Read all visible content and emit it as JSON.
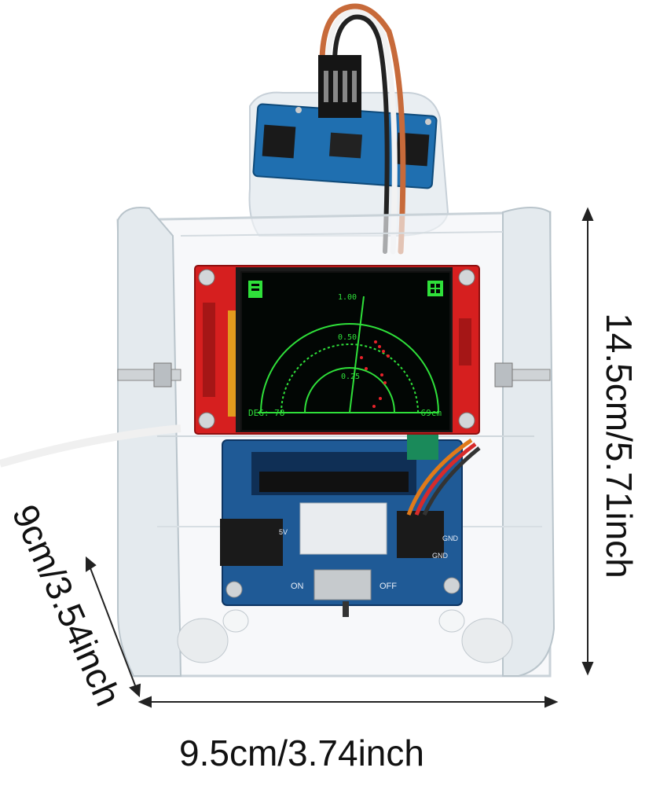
{
  "dimensions": {
    "width_label": "9.5cm/3.74inch",
    "height_label": "14.5cm/5.71inch",
    "depth_label": "9cm/3.54inch"
  },
  "screen": {
    "degree_readout": "DEG: 78",
    "distance_readout": "69cm",
    "ring_labels": [
      "1.00",
      "0.50",
      "0.25"
    ]
  },
  "board": {
    "switch_on": "ON",
    "switch_off": "OFF",
    "power_label": "5V",
    "gnd_label_1": "GND",
    "gnd_label_2": "GND"
  },
  "colors": {
    "radar_green": "#2fe03a",
    "echo_red": "#e8222a",
    "pcb_red": "#d61f1f",
    "pcb_blue": "#1f5a96"
  }
}
